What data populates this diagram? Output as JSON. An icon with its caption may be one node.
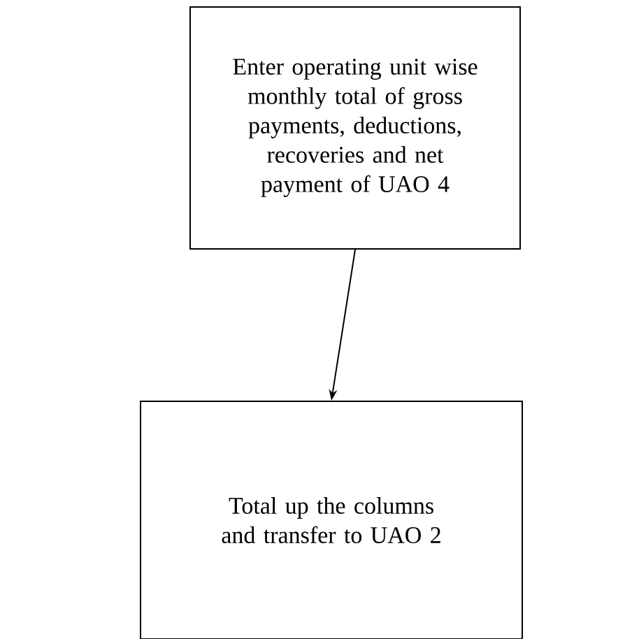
{
  "diagram": {
    "nodes": [
      {
        "text": [
          "Enter operating unit wise monthly total of gross payments, deductions, recoveries and net payment of UAO 4"
        ]
      },
      {
        "text": [
          "Total up the columns and transfer to UAO 2"
        ]
      }
    ],
    "edges": [
      {
        "from": 0,
        "to": 1,
        "arrow": "to"
      }
    ]
  }
}
